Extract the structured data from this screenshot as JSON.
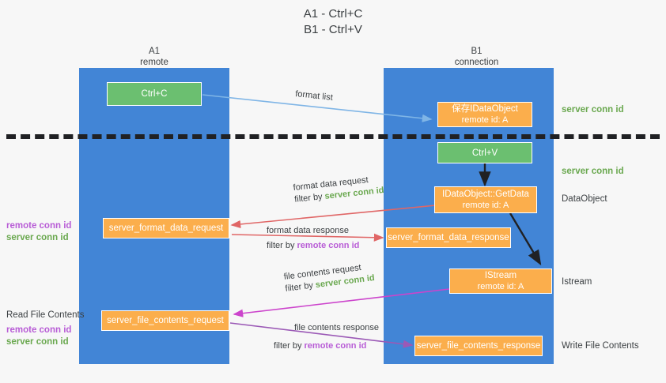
{
  "title": "A1 - Ctrl+C\nB1 - Ctrl+V",
  "columns": [
    {
      "name": "A1",
      "sub": "remote"
    },
    {
      "name": "B1",
      "sub": "connection"
    }
  ],
  "nodes": {
    "ctrl_c": {
      "line1": "Ctrl+C",
      "line2": ""
    },
    "save_idataobject": {
      "line1": "保存IDataObject",
      "line2": "remote id: A"
    },
    "ctrl_v": {
      "line1": "Ctrl+V",
      "line2": ""
    },
    "getdata": {
      "line1": "IDataObject::GetData",
      "line2": "remote id: A"
    },
    "format_data_request": {
      "line1": "server_format_data_request",
      "line2": ""
    },
    "format_data_response": {
      "line1": "server_format_data_response",
      "line2": ""
    },
    "istream": {
      "line1": "IStream",
      "line2": "remote id: A"
    },
    "file_contents_request": {
      "line1": "server_file_contents_request",
      "line2": ""
    },
    "file_contents_response": {
      "line1": "server_file_contents_response",
      "line2": ""
    }
  },
  "edges": {
    "format_list": {
      "text": "format list"
    },
    "format_data_request": {
      "line1": "format data request",
      "filter_prefix": "filter by ",
      "filter_key": "server conn id"
    },
    "format_data_response": {
      "line1": "format data response",
      "filter_prefix": "filter by ",
      "filter_key": "remote conn id"
    },
    "file_contents_request": {
      "line1": "file contents request",
      "filter_prefix": "filter by ",
      "filter_key": "server conn id"
    },
    "file_contents_response": {
      "line1": "file contents response",
      "filter_prefix": "filter by ",
      "filter_key": "remote conn id"
    }
  },
  "right_labels": {
    "server_conn_id_1": "server conn id",
    "server_conn_id_2": "server conn id",
    "dataobject": "DataObject",
    "istream": "Istream",
    "write_file_contents": "Write File Contents"
  },
  "left_labels": {
    "keys_1_remote": "remote conn id",
    "keys_1_server": "server conn id",
    "read_file_contents": "Read File Contents",
    "keys_2_remote": "remote conn id",
    "keys_2_server": "server conn id"
  },
  "colors": {
    "lane": "#4285d6",
    "green_node": "#6bbf70",
    "orange_node": "#fbae4c",
    "server_conn_id": "#6aa84f",
    "remote_conn_id": "#b85cd6",
    "arrow_blue": "#7fb5e6",
    "arrow_red": "#e06666",
    "arrow_magenta": "#cc44cc",
    "arrow_purple": "#9b59b6",
    "arrow_dark": "#202124"
  }
}
